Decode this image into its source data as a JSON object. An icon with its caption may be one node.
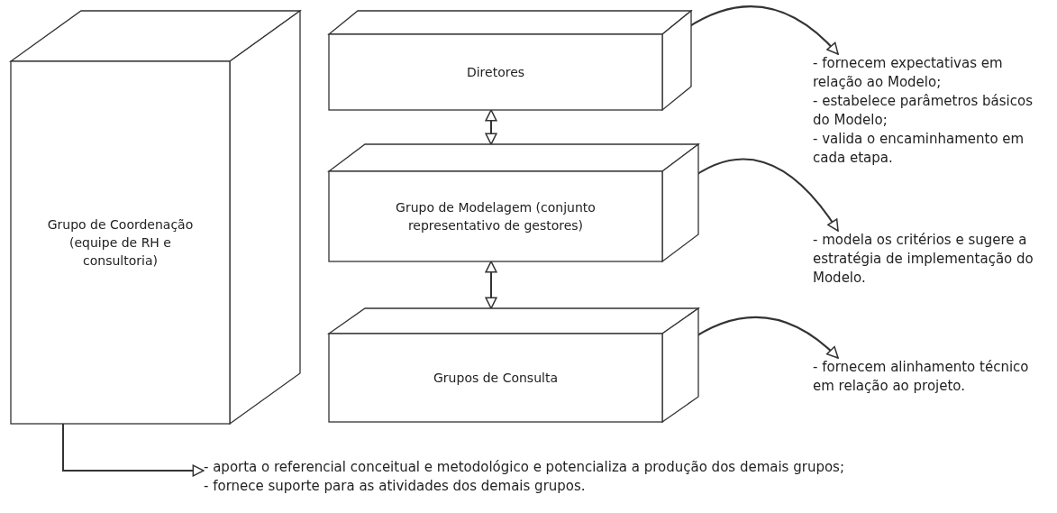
{
  "diagram": {
    "nodes": [
      {
        "text": [
          "Grupo de Coordenação (equipe de RH e consultoria)"
        ]
      },
      {
        "text": [
          "Diretores"
        ]
      },
      {
        "text": [
          "Grupo de Modelagem (conjunto representativo de gestores)"
        ]
      },
      {
        "text": [
          "Grupos de Consulta"
        ]
      },
      {
        "text": [
          "- fornecem expectativas em relação ao Modelo;",
          "- estabelece parâmetros básicos do Modelo;",
          "- valida o encaminhamento em cada etapa."
        ]
      },
      {
        "text": [
          "- modela os critérios e sugere a estratégia de implementação do Modelo."
        ]
      },
      {
        "text": [
          "- fornecem alinhamento técnico em relação ao projeto."
        ]
      },
      {
        "text": [
          "- aporta o referencial conceitual e metodológico e potencializa a produção dos demais grupos;",
          "- fornece suporte para as atividades dos demais grupos."
        ]
      }
    ],
    "edges": [
      {
        "from": 1,
        "to": 2,
        "arrow": "both"
      },
      {
        "from": 2,
        "to": 3,
        "arrow": "both"
      },
      {
        "from": 1,
        "to": 4,
        "arrow": "to"
      },
      {
        "from": 2,
        "to": 5,
        "arrow": "to"
      },
      {
        "from": 3,
        "to": 6,
        "arrow": "to"
      },
      {
        "from": 0,
        "to": 7,
        "arrow": "to"
      }
    ]
  }
}
